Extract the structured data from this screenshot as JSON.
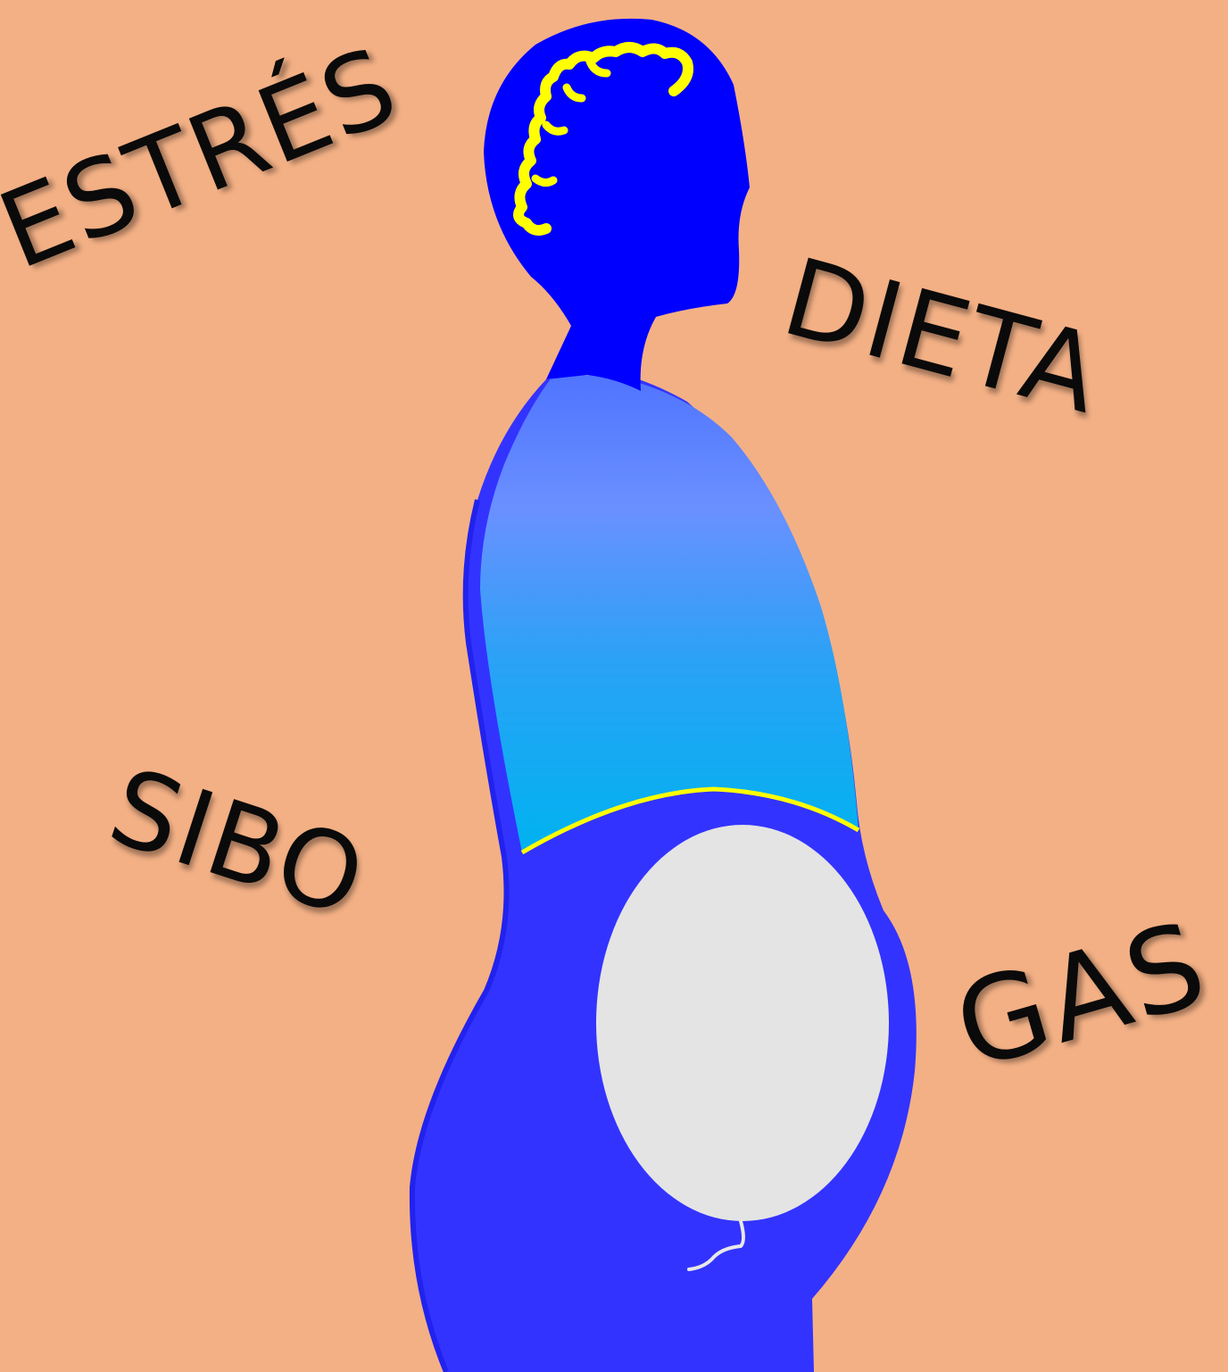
{
  "labels": {
    "estres": "ESTRÉS",
    "dieta": "DIETA",
    "sibo": "SIBO",
    "gas": "GAS"
  },
  "colors": {
    "background": "#f3b085",
    "body": "#3333ff",
    "head": "#0000ff",
    "brain": "#ffff00",
    "chest_top": "#6c8cff",
    "chest_bottom": "#00b0f0",
    "diaphragm": "#ffff00",
    "balloon": "#e4e4e4"
  },
  "icons": [
    "person-silhouette",
    "brain-icon",
    "lungs-chest",
    "diaphragm-line",
    "gas-balloon"
  ]
}
